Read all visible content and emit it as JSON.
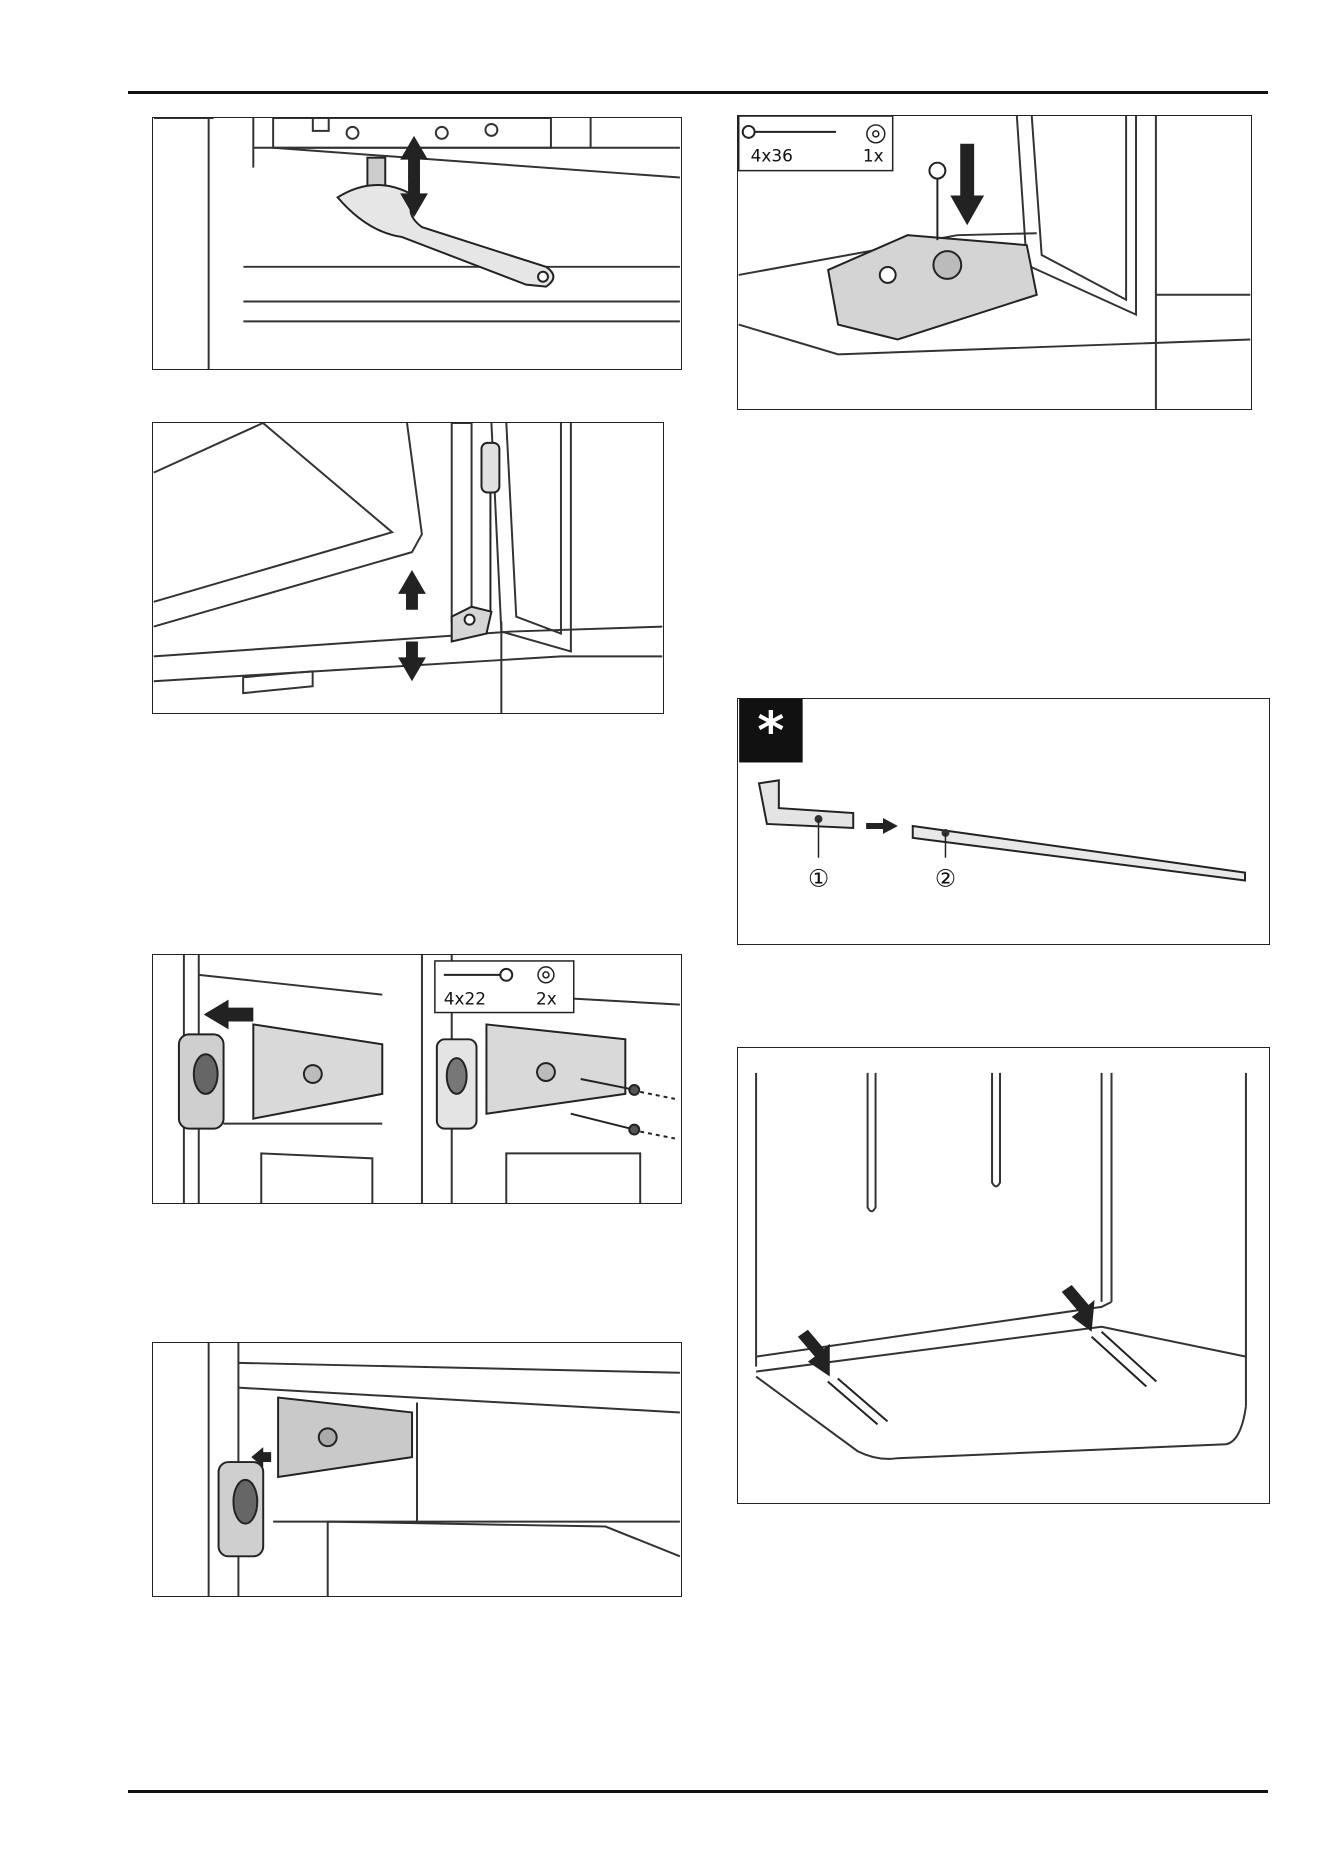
{
  "figures": {
    "wall_screw": {
      "size": "4x36",
      "qty": "1x"
    },
    "hinge_screws": {
      "size": "4x22",
      "qty": "2x"
    },
    "tool_parts": {
      "star_symbol": "*",
      "part_1": "①",
      "part_2": "②"
    }
  },
  "colors": {
    "line": "#222222",
    "part_fill": "#d9d9d9",
    "arrow": "#222222"
  }
}
